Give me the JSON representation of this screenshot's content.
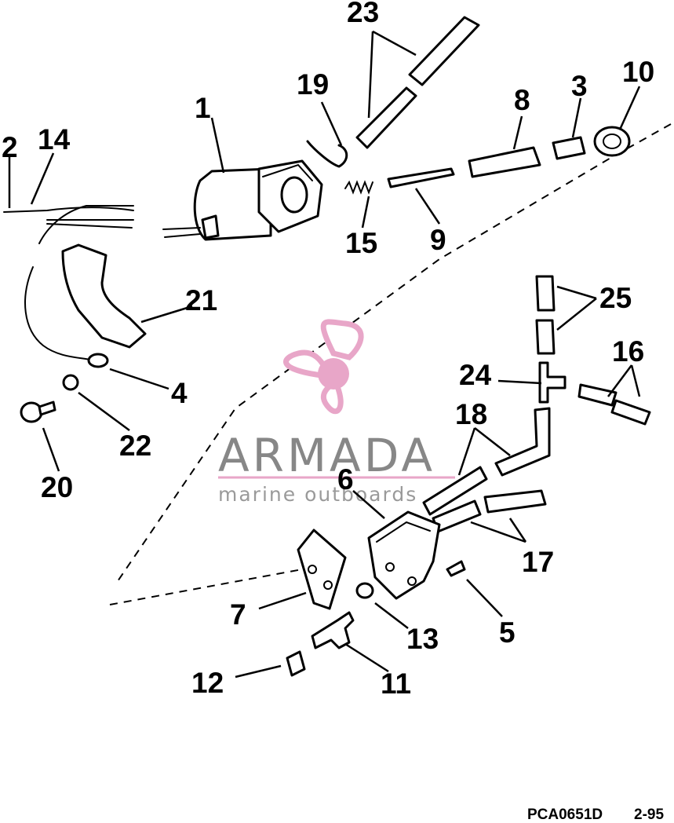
{
  "diagram": {
    "callouts": {
      "c1": "1",
      "c2": "2",
      "c3": "3",
      "c4": "4",
      "c5": "5",
      "c6": "6",
      "c7": "7",
      "c8": "8",
      "c9": "9",
      "c10": "10",
      "c11": "11",
      "c12": "12",
      "c13": "13",
      "c14": "14",
      "c15": "15",
      "c16": "16",
      "c17": "17",
      "c18": "18",
      "c19": "19",
      "c20": "20",
      "c21": "21",
      "c22": "22",
      "c23": "23",
      "c24": "24",
      "c25": "25"
    },
    "footer": {
      "code": "PCA0651D",
      "revision": "2-95"
    }
  },
  "watermark": {
    "brand": "ARMADA",
    "tagline": "marine outboards",
    "logo_color": "#e8a6c8"
  }
}
